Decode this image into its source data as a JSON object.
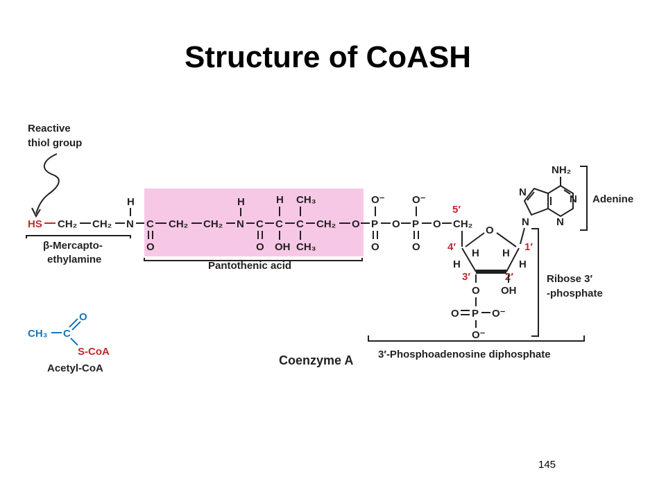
{
  "title": "Structure of CoASH",
  "page_number": "145",
  "labels": {
    "reactive_thiol_line1": "Reactive",
    "reactive_thiol_line2": "thiol group",
    "mercapto_line1": "β-Mercapto-",
    "mercapto_line2": "ethylamine",
    "pantothenic": "Pantothenic acid",
    "adenine": "Adenine",
    "ribose_line1": "Ribose 3′",
    "ribose_line2": "-phosphate",
    "phosphoadenosine": "3′-Phosphoadenosine diphosphate",
    "coenzyme_a": "Coenzyme A",
    "acetyl_coa": "Acetyl-CoA"
  },
  "atoms": {
    "HS": "HS",
    "CH2": "CH₂",
    "N": "N",
    "H": "H",
    "C": "C",
    "O": "O",
    "OH": "OH",
    "CH3": "CH₃",
    "P": "P",
    "Ominus": "O⁻",
    "NH2": "NH₂",
    "S_CoA": "S-CoA",
    "prime5": "5′",
    "prime4": "4′",
    "prime3": "3′",
    "prime2": "2′",
    "prime1": "1′"
  },
  "colors": {
    "pantothenic_highlight": "#f7c8e6",
    "thiol_red": "#c1272d",
    "acetyl_blue": "#1a73b8",
    "ink": "#231f20"
  }
}
